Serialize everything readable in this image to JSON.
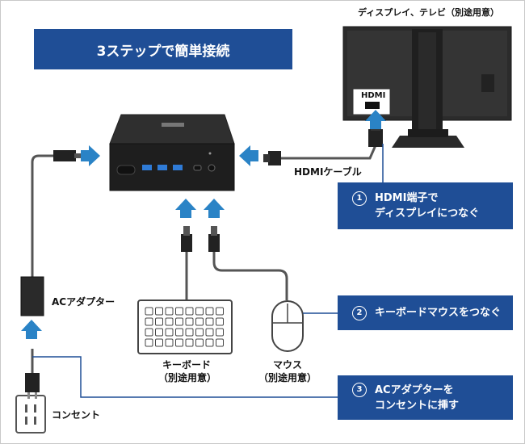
{
  "title": "3ステップで簡単接続",
  "labels": {
    "display": "ディスプレイ、テレビ（別途用意）",
    "hdmi_port": "HDMI",
    "hdmi_cable": "HDMIケーブル",
    "ac_adapter": "ACアダプター",
    "keyboard_line1": "キーボード",
    "keyboard_line2": "（別途用意）",
    "mouse_line1": "マウス",
    "mouse_line2": "（別途用意）",
    "outlet": "コンセント"
  },
  "steps": [
    {
      "number": "1",
      "line1": "HDMI端子で",
      "line2": "ディスプレイにつなぐ"
    },
    {
      "number": "2",
      "line1": "キーボードマウスをつなぐ",
      "line2": ""
    },
    {
      "number": "3",
      "line1": "ACアダプターを",
      "line2": "コンセントに挿す"
    }
  ],
  "colors": {
    "accent": "#1f4e96",
    "arrow": "#2a83c6",
    "cable": "#555555"
  }
}
